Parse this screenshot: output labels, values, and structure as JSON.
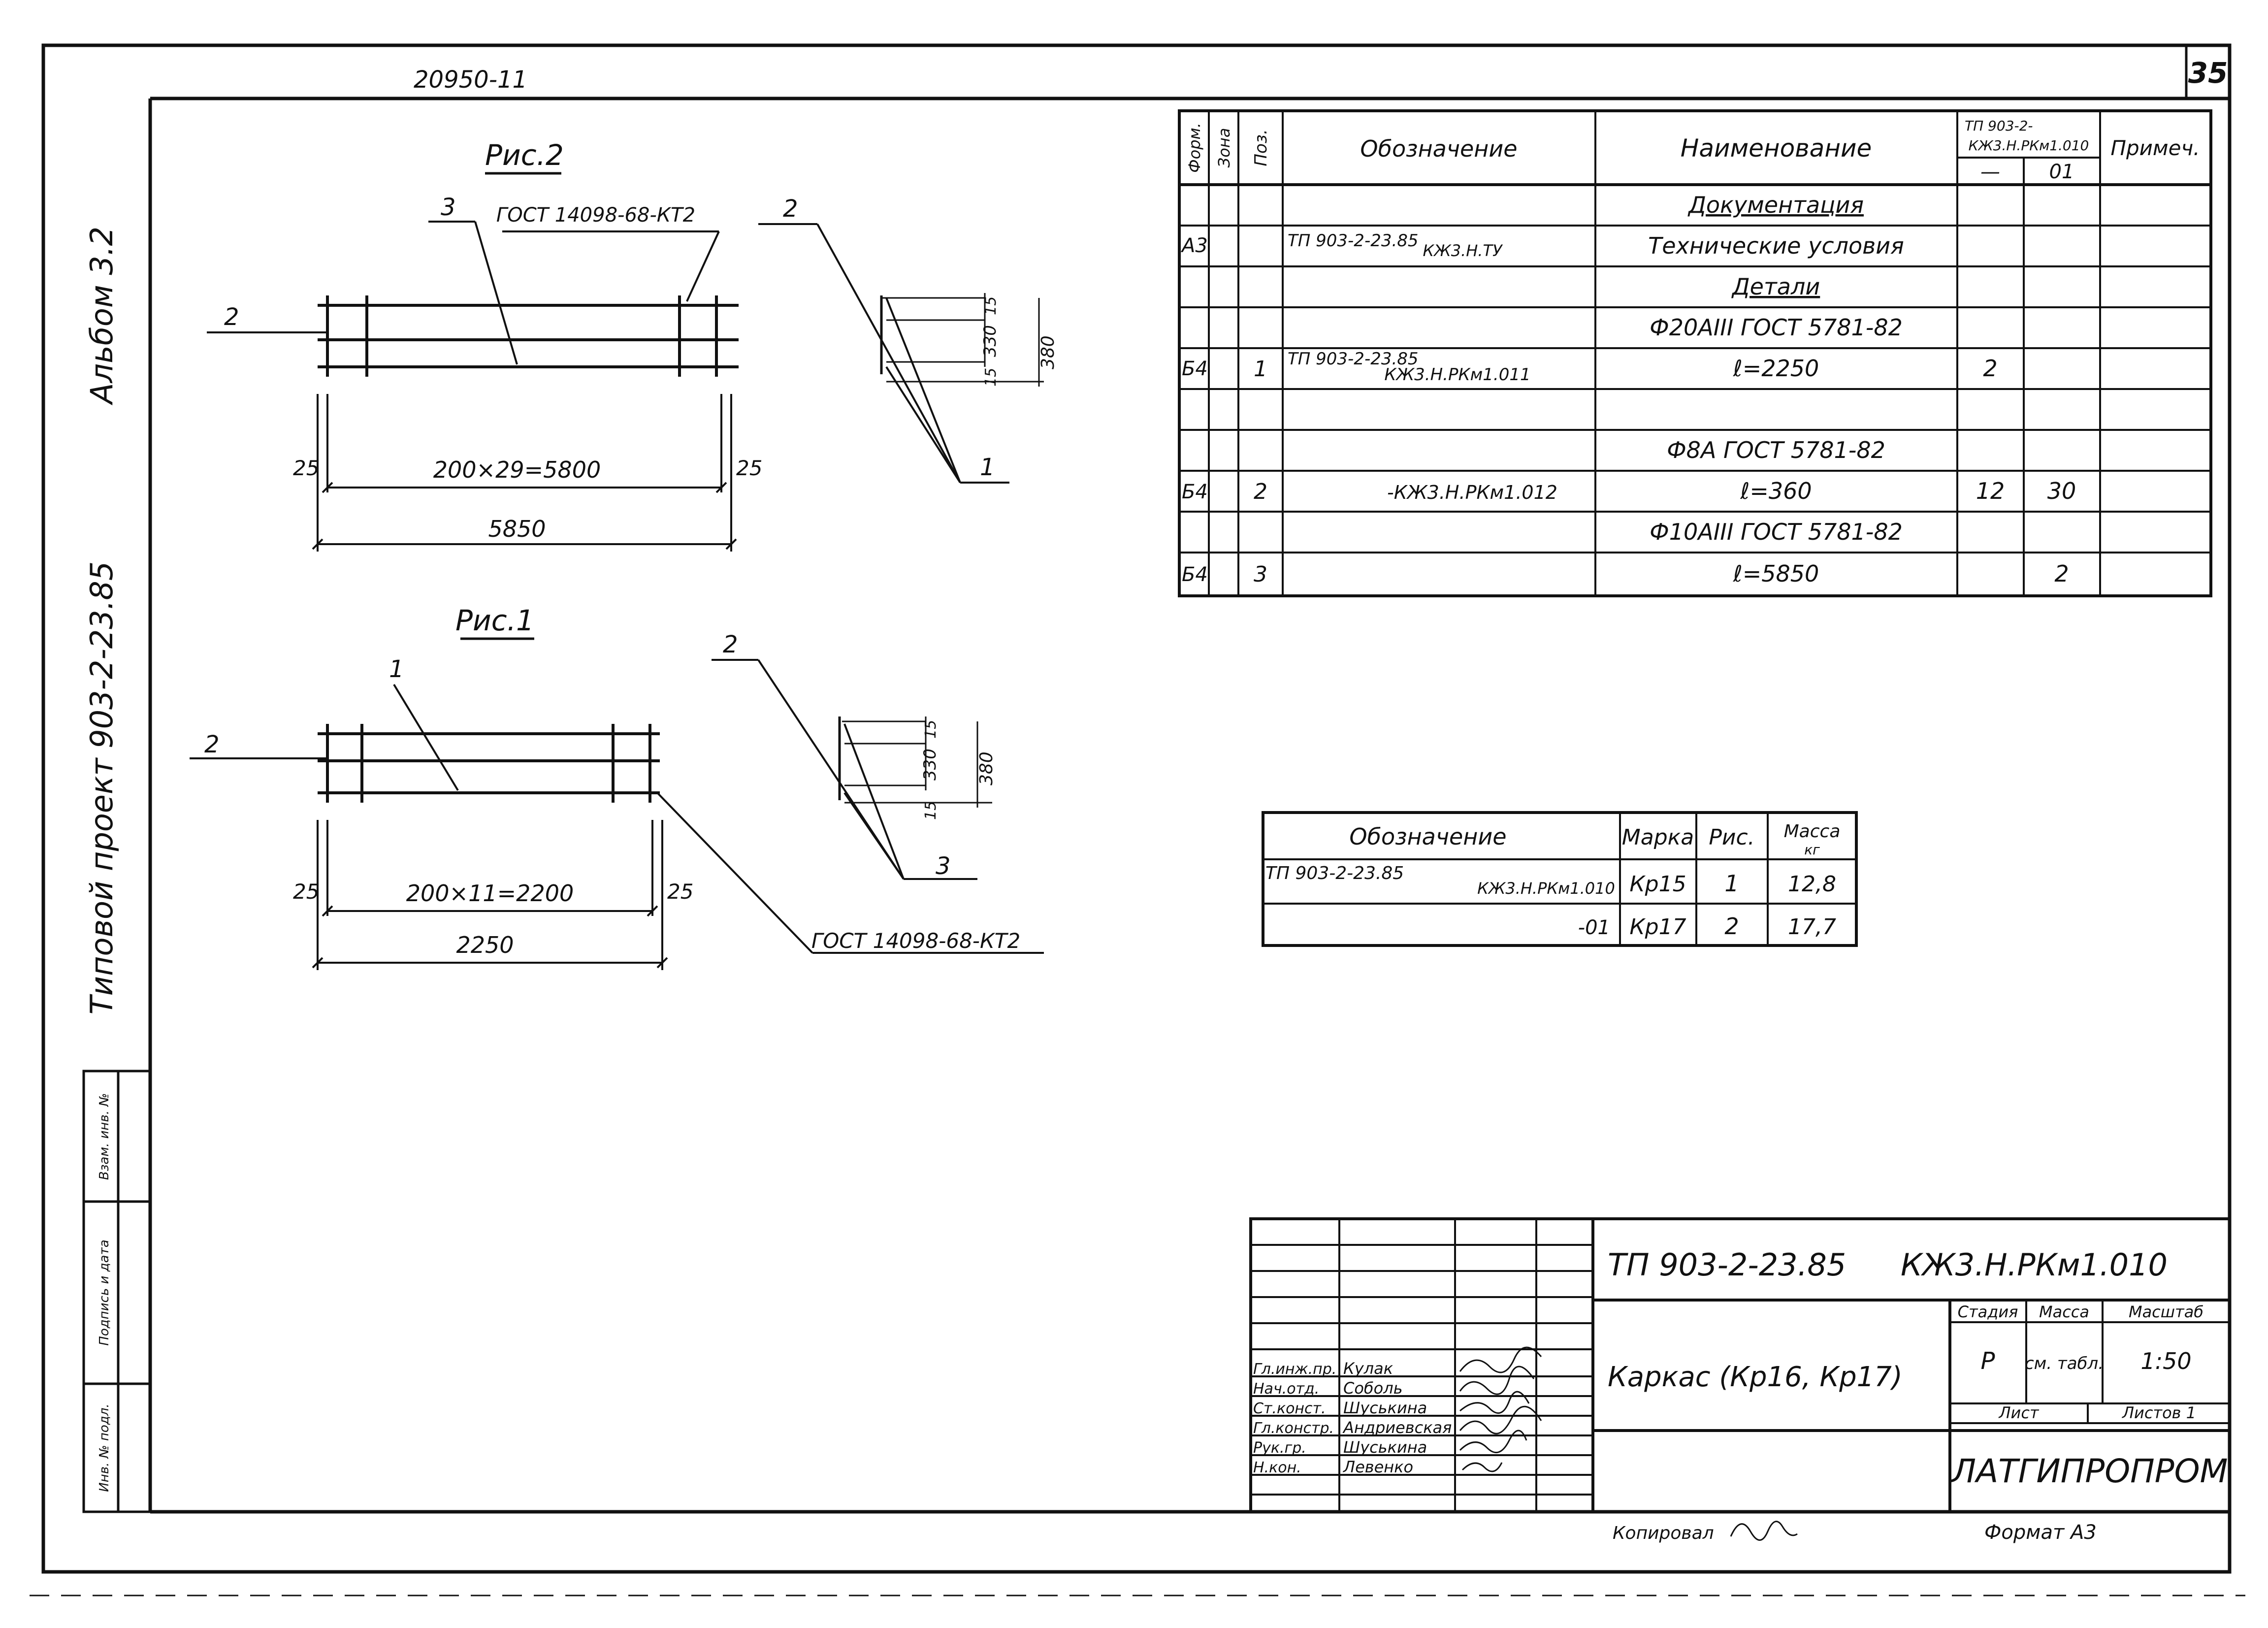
{
  "sheet": {
    "top_code": "20950-11",
    "sheet_number": "35",
    "album": "Альбом 3.2",
    "project": "Типовой проект 903-2-23.85"
  },
  "side_stamp": {
    "fields": [
      "Инв. № подл.",
      "Подпись и дата",
      "Взам. инв. №"
    ]
  },
  "fig2": {
    "title": "Рис.2",
    "pos_left": "2",
    "pos_top": "3",
    "weld_note": "ГОСТ 14098-68-КТ2",
    "end_offset_left": "25",
    "end_offset_right": "25",
    "span_dim": "200×29=5800",
    "total_dim": "5850",
    "section_pos_top": "2",
    "section_pos_bottom": "1",
    "dim_top": "15",
    "dim_middle": "330",
    "dim_bottom": "15",
    "dim_total": "380"
  },
  "fig1": {
    "title": "Рис.1",
    "pos_left": "2",
    "pos_top": "1",
    "weld_note": "ГОСТ 14098-68-КТ2",
    "end_offset_left": "25",
    "end_offset_right": "25",
    "span_dim": "200×11=2200",
    "total_dim": "2250",
    "section_pos_top": "2",
    "section_pos_bottom": "3",
    "dim_top": "15",
    "dim_middle": "330",
    "dim_bottom": "15",
    "dim_total": "380"
  },
  "spec": {
    "headers": {
      "format": "Форм.",
      "zone": "Зона",
      "pos": "Поз.",
      "designation": "Обозначение",
      "name": "Наименование",
      "qty_doc": "ТП 903-2-",
      "qty_doc2": "КЖ3.Н.РКм1.010",
      "qty_col1": "—",
      "qty_col2": "01",
      "note": "Примеч."
    },
    "rows": [
      {
        "format": "",
        "pos": "",
        "designation": "",
        "designation2": "",
        "name": "Документация",
        "q1": "",
        "q2": ""
      },
      {
        "format": "А3",
        "pos": "",
        "designation": "ТП 903-2-23.85",
        "designation2": "КЖ3.Н.ТУ",
        "name": "Технические условия",
        "q1": "",
        "q2": ""
      },
      {
        "format": "",
        "pos": "",
        "designation": "",
        "designation2": "",
        "name": "Детали",
        "q1": "",
        "q2": ""
      },
      {
        "format": "",
        "pos": "",
        "designation": "",
        "designation2": "",
        "name": "Ф20АIII ГОСТ 5781-82",
        "q1": "",
        "q2": ""
      },
      {
        "format": "Б4",
        "pos": "1",
        "designation": "ТП 903-2-23.85",
        "designation2": "КЖ3.Н.РКм1.011",
        "name": "ℓ=2250",
        "q1": "2",
        "q2": ""
      },
      {
        "format": "",
        "pos": "",
        "designation": "",
        "designation2": "",
        "name": "",
        "q1": "",
        "q2": ""
      },
      {
        "format": "",
        "pos": "",
        "designation": "",
        "designation2": "",
        "name": "Ф8А ГОСТ 5781-82",
        "q1": "",
        "q2": ""
      },
      {
        "format": "Б4",
        "pos": "2",
        "designation": "-КЖ3.Н.РКм1.012",
        "designation2": "",
        "name": "ℓ=360",
        "q1": "12",
        "q2": "30"
      },
      {
        "format": "",
        "pos": "",
        "designation": "",
        "designation2": "",
        "name": "Ф10АIII ГОСТ 5781-82",
        "q1": "",
        "q2": ""
      },
      {
        "format": "Б4",
        "pos": "3",
        "designation": "",
        "designation2": "",
        "name": "ℓ=5850",
        "q1": "",
        "q2": "2"
      }
    ]
  },
  "marks": {
    "headers": {
      "designation": "Обозначение",
      "mark": "Марка",
      "fig": "Рис.",
      "mass": "Масса",
      "mass_unit": "кг"
    },
    "rows": [
      {
        "designation": "ТП 903-2-23.85",
        "designation2": "КЖ3.Н.РКм1.010",
        "mark": "Кр15",
        "fig": "1",
        "mass": "12,8"
      },
      {
        "designation": "",
        "designation2": "-01",
        "mark": "Кр17",
        "fig": "2",
        "mass": "17,7"
      }
    ]
  },
  "title_block": {
    "doc_code": "ТП 903-2-23.85",
    "doc_code2": "КЖ3.Н.РКм1.010",
    "title": "Каркас (Кр16, Кр17)",
    "stage_label": "Стадия",
    "mass_label": "Масса",
    "scale_label": "Масштаб",
    "stage": "Р",
    "mass": "см. табл.",
    "scale": "1:50",
    "sheet_label": "Лист",
    "sheets_label": "Листов 1",
    "org": "ЛАТГИПРОПРОМ",
    "staff": [
      {
        "role": "Гл.инж.пр.",
        "name": "Кулак"
      },
      {
        "role": "Нач.отд.",
        "name": "Соболь"
      },
      {
        "role": "Ст.конст.",
        "name": "Шуськина"
      },
      {
        "role": "Гл.констр.",
        "name": "Андриевская"
      },
      {
        "role": "Рук.гр.",
        "name": "Шуськина"
      },
      {
        "role": "Н.кон.",
        "name": "Левенко"
      }
    ],
    "copied": "Копировал",
    "format": "Формат А3"
  }
}
